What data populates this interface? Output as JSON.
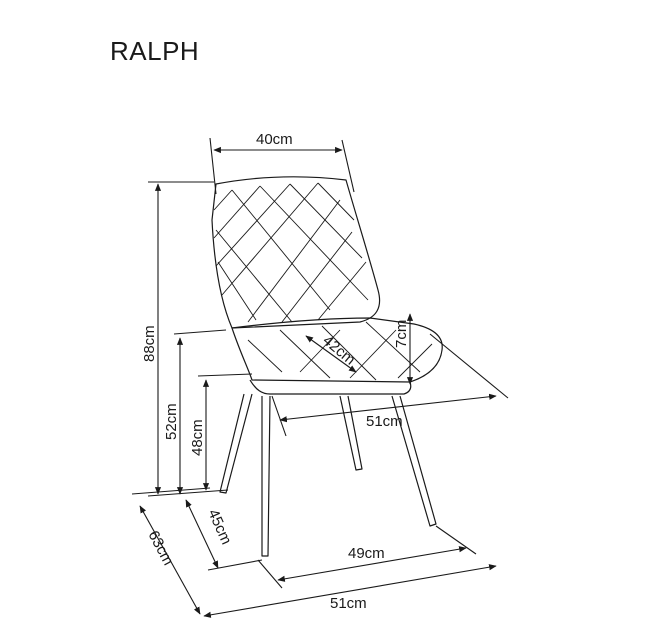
{
  "product": {
    "name": "RALPH"
  },
  "dimensions": {
    "backrest_width": "40cm",
    "seat_depth": "42cm",
    "armrest_height": "7cm",
    "total_height": "88cm",
    "armrest_floor_height": "52cm",
    "seat_height": "48cm",
    "seat_width": "51cm",
    "seat_to_floor_depth": "45cm",
    "total_depth": "63cm",
    "leg_span": "49cm",
    "total_width": "51cm"
  }
}
